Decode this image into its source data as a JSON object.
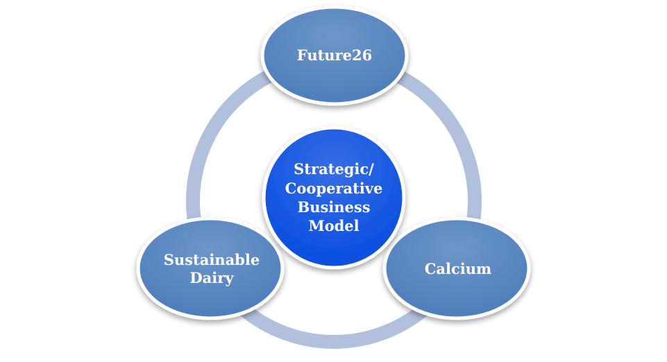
{
  "diagram": {
    "center": {
      "label": "Strategic/\nCooperative\nBusiness\nModel"
    },
    "nodes": [
      {
        "id": "top",
        "label": "Future26"
      },
      {
        "id": "left",
        "label": "Sustainable\nDairy"
      },
      {
        "id": "right",
        "label": "Calcium"
      }
    ]
  },
  "colors": {
    "ring": "#b1c0dc",
    "satellite_fill": "#4f7fbc",
    "center_fill": "#0b4fe0",
    "outline": "#ffffff",
    "text": "#ffffff"
  }
}
